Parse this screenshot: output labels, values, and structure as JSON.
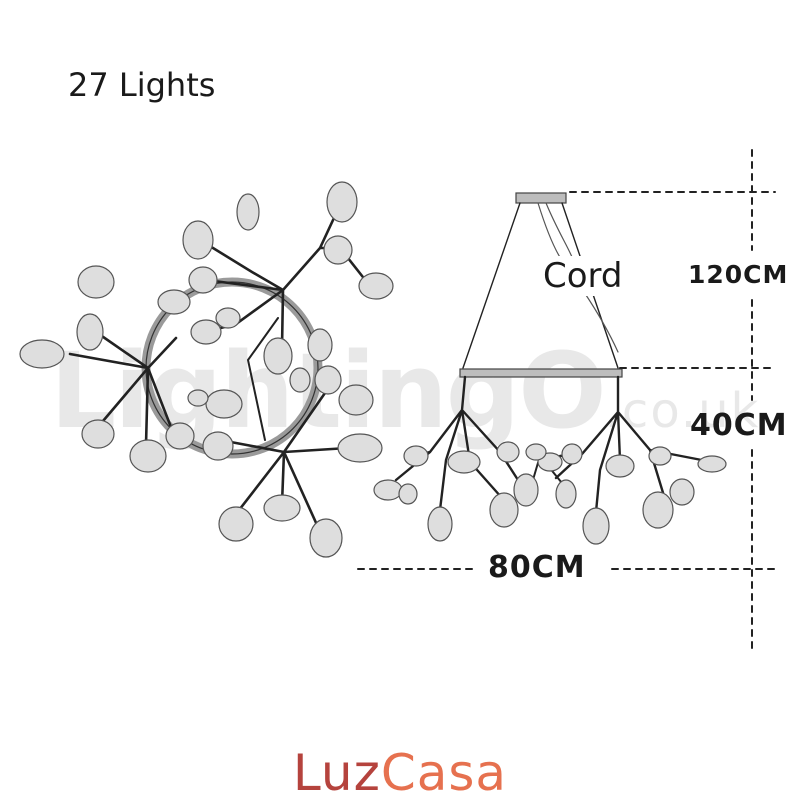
{
  "title": "27 Lights",
  "cord_label": "Cord",
  "dimensions": {
    "cord_length": "120CM",
    "fixture_height": "40CM",
    "fixture_width": "80CM"
  },
  "watermark": {
    "main": "LightingO",
    "suffix": ".co.uk"
  },
  "brand": {
    "part1": "Luz",
    "part2": "Casa",
    "color1": "#b5433d",
    "color2": "#e6714f"
  }
}
